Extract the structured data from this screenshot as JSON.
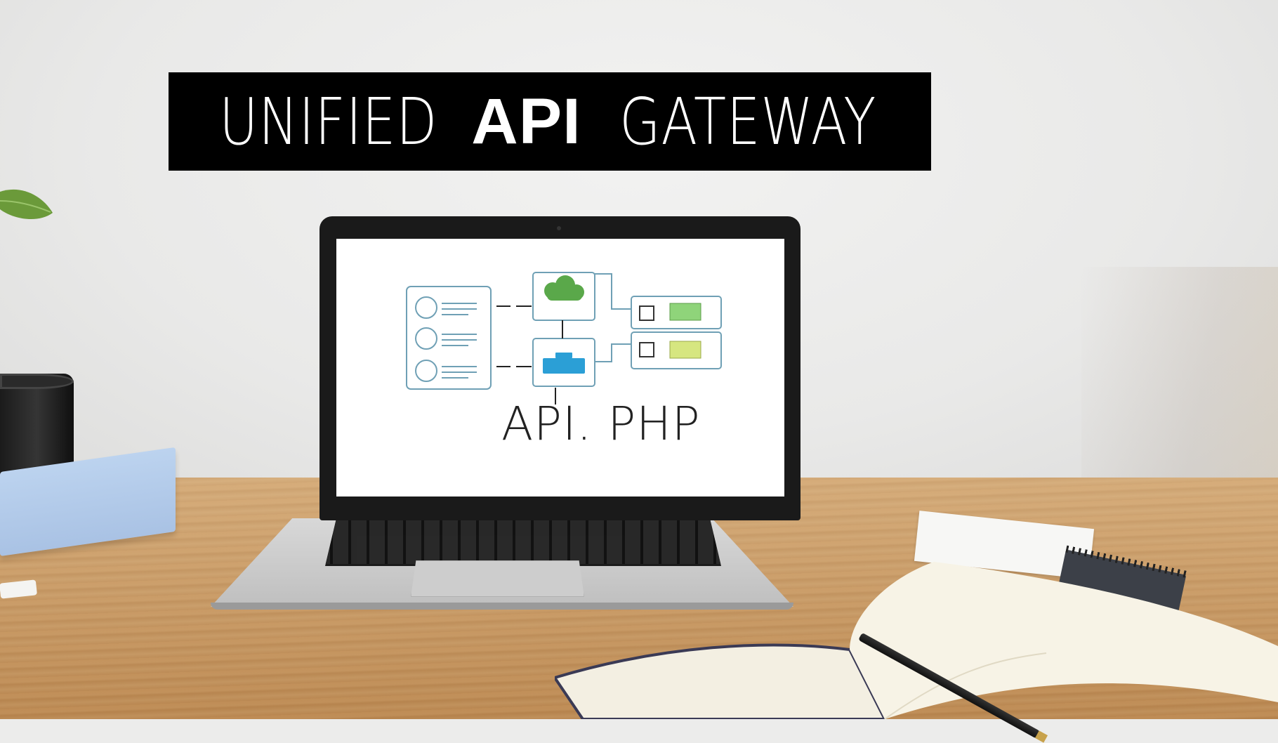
{
  "banner": {
    "word_1": "UNIFIED",
    "word_2": "API",
    "word_3": "GATEWAY"
  },
  "laptop_screen": {
    "title": "API. PHP"
  },
  "colors": {
    "banner_background": "#000000",
    "banner_text": "#ffffff",
    "diagram_stroke": "#6fa0b5",
    "cloud_green": "#5aa84a",
    "box_green": "#8fd47a",
    "box_yellow": "#d6e680",
    "server_blue": "#2b9fd6"
  }
}
